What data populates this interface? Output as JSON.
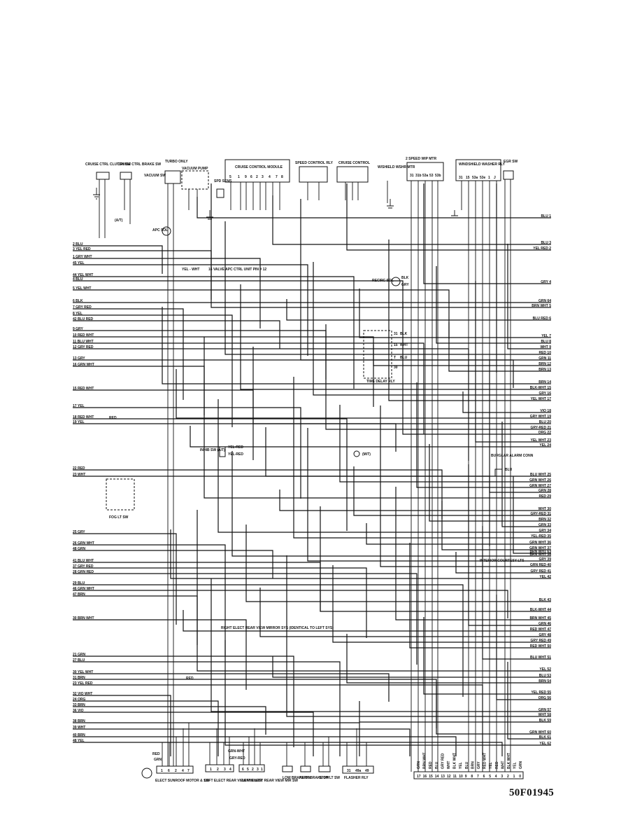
{
  "document_code": "50F01945",
  "components": {
    "cruise_clutch_sw": "CRUISE CTRL CLUTCH SW",
    "cruise_brake_sw": "CRUISE CTRL BRAKE SW",
    "turbo_only": "TURBO ONLY",
    "vacuum_pump": "VACUUM PUMP",
    "vacuum_sw": "VACUUM SW",
    "spd_sens": "SPD SENS",
    "cruise_module": "CRUISE CONTROL MODULE",
    "speed_control_rly": "SPEED CONTROL RLY",
    "cruise_control": "CRUISE CONTROL",
    "wshield_washer_mtr": "W/SHIELD WSHR MTR",
    "two_speed_wip_mtr": "2 SPEED WIP MTR",
    "windshield_washer_rly": "WINDSHIELD WASHER RLY",
    "egr_sw": "EGR SW",
    "apc_sol": "APC SOL",
    "a_t": "(A/T)",
    "m_t": "(M/T)",
    "recirc_sol": "RECIRC SOL",
    "time_delay_rly": "TIME DELAY RLY",
    "apc_note": "16 VALVE APC CTRL UNIT PIN # 12",
    "inhib_sw": "INHIB SW (A/T)",
    "burglar_alarm_conn": "BURGLAR ALARM CONN",
    "fog_lt_sw": "FOG LT SW",
    "interior_courtesy_lts": "INTERIOR COURTESY LTS",
    "right_mirror_sys": "RIGHT ELECT REAR VIEW MIRROR SYS (IDENTICAL TO LEFT SYS)",
    "sunroof_motor": "ELECT SUNROOF MOTOR & SW",
    "left_mirror_mtr": "LEFT ELECT REAR VIEW MIR MTR",
    "left_mirror_sw": "LEFT ELECT REAR VIEW MIR SW",
    "low_brake_sw": "LOW BRAKE SW",
    "park_brake_sw": "PARK BRAKE SW",
    "stop_lt_sw": "STOP LT SW",
    "flasher_rly": "FLASHER RLY"
  },
  "module_pins": [
    "5",
    "1",
    "9",
    "6",
    "2",
    "3",
    "4",
    "7",
    "8"
  ],
  "wiper_pins": [
    "31",
    "31b",
    "53a",
    "53",
    "53b"
  ],
  "washer_rly_pins": [
    "31",
    "15",
    "53a",
    "53e",
    "1",
    "J"
  ],
  "recirc_wires": [
    "BLK",
    "GRY"
  ],
  "time_delay_pins": [
    {
      "pin": "31",
      "color": "BLK"
    },
    {
      "pin": "15",
      "color": "WHT"
    },
    {
      "pin": "T",
      "color": "BLU"
    },
    {
      "pin": "30",
      "color": ""
    }
  ],
  "inhib_wires": [
    "YEL-RED",
    "YEL-RED"
  ],
  "burglar_wire": "BLU",
  "flasher_pins": [
    "31",
    "49a",
    "49"
  ],
  "inline_labels": {
    "yel_wht": "YEL - WHT",
    "red": "RED",
    "grn": "GRN",
    "yel_red": "YEL-RED",
    "gry_red": "GRY-RED"
  },
  "left_connector": [
    "2 BLU",
    "3 YEL RED",
    "1 GRY WHT",
    "45 YEL",
    "44 YEL WHT",
    "4 BLU",
    "5 YEL WHT",
    "6 BLK",
    "7 GRY RED",
    "8 YEL",
    "42 BLU RED",
    "9 GRY",
    "10 RED WHT",
    "11 BLU WHT",
    "12 GRY RED",
    "13 GRY",
    "16 GRN WHT",
    "15 RED WHT",
    "17 YEL",
    "18 RED WHT",
    "19 YEL",
    "22 RED",
    "23 WHT",
    "25 GRY",
    "26 GRN WHT",
    "48 GRN",
    "41 BLU WHT",
    "37 GRY RED",
    "28 GRN RED",
    "29 BLU",
    "46 GRN WHT",
    "47 BRN",
    "30 BRN WHT",
    "21 GRN",
    "27 BLU",
    "30 YEL WHT",
    "31 BRN",
    "23 YEL RED",
    "32 VIO WHT",
    "24 ORG",
    "33 BRN",
    "36 VIO",
    "38 BRN",
    "39 WHT",
    "40 BRN",
    "48 YEL"
  ],
  "right_connector": [
    "BLU 1",
    "BLU 3",
    "YEL RED 2",
    "GRY 4",
    "GRN 64",
    "BRN WHT 5",
    "BLU RED 6",
    "YEL 7",
    "BLU 8",
    "WHT 9",
    "RED 10",
    "GRN 11",
    "BRN 12",
    "BRN 13",
    "BRN 14",
    "BLK-WHT 15",
    "GRY 16",
    "YEL WHT 17",
    "VIO 18",
    "GRY WHT 19",
    "BLU 20",
    "GRY-RED 21",
    "ORG 22",
    "YEL WHT 23",
    "YEL 24",
    "BLU WHT 25",
    "GRN WHT 26",
    "GRN WHT 27",
    "GRN 28",
    "RED 29",
    "WHT 30",
    "GRY-RED 31",
    "BRN 32",
    "GRN 33",
    "GRY 34",
    "YEL-RED 35",
    "GRN WHT 36",
    "GRN WHT 37",
    "BRN WHT 63",
    "BRN WHT 38",
    "GRY 39",
    "GRN RED 40",
    "GRY RED 41",
    "YEL 42",
    "BLK 43",
    "BLK-WHT 44",
    "BRN WHT 45",
    "GRN 46",
    "RED WHT 47",
    "GRY 48",
    "GRY RED 49",
    "RED WHT 50",
    "BLU WHT 51",
    "YEL 52",
    "BLU 53",
    "BRN 54",
    "YEL RED 55",
    "ORG 56",
    "GRN 57",
    "WHT 58",
    "BLK 59",
    "GRN WHT 60",
    "BLK 61",
    "YEL 62"
  ],
  "bottom_connector_pins": [
    "17",
    "16",
    "15",
    "14",
    "13",
    "12",
    "11",
    "10",
    "9",
    "8",
    "7",
    "6",
    "5",
    "4",
    "3",
    "2",
    "1",
    "0"
  ],
  "bottom_connector_wires": [
    "GRN",
    "BRN WHT",
    "RED",
    "BLU",
    "GRY RED",
    "WHT",
    "BLK WHT",
    "YEL",
    "BLU",
    "BRN",
    "GRY",
    "RED WHT",
    "YEL",
    "RED",
    "WHT",
    "BLK WHT",
    "YEL",
    "GRN"
  ],
  "sunroof_pins": [
    "1",
    "6",
    "2",
    "4",
    "7"
  ],
  "mirror_mtr_pins": [
    "1",
    "2",
    "3",
    "4"
  ],
  "mirror_sw_pins": [
    "6",
    "5",
    "2",
    "3",
    "1"
  ]
}
